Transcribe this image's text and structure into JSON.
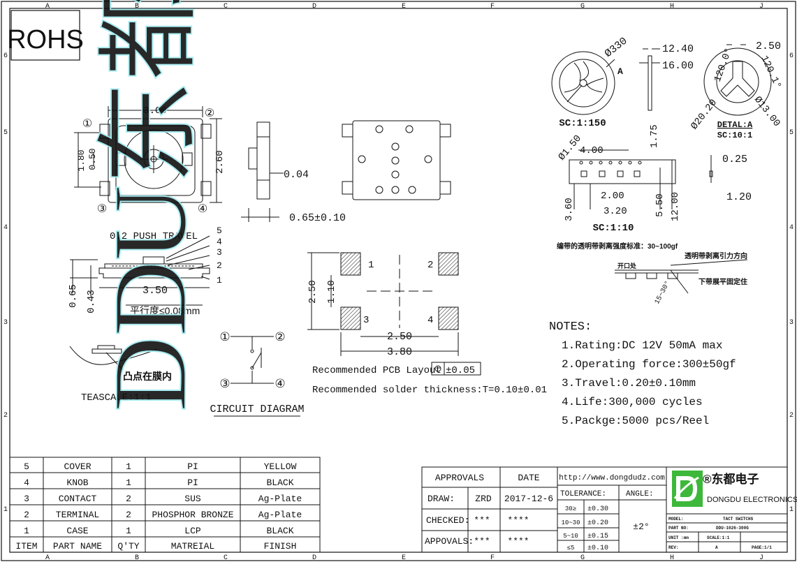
{
  "grid": {
    "cols": [
      "A",
      "B",
      "C",
      "D",
      "E",
      "F",
      "G",
      "H",
      "J"
    ],
    "rows": [
      "6",
      "5",
      "4",
      "3",
      "2",
      "1"
    ]
  },
  "rohs": "ROHS",
  "top_view": {
    "width": "3.00",
    "height": "2.60",
    "inner_h": "1.80",
    "inner_w": "0.50",
    "pins": [
      "①",
      "②",
      "③",
      "④"
    ]
  },
  "side_view": {
    "thk": "0.04",
    "height": "0.65±0.10"
  },
  "reel": {
    "dia": "Ø330",
    "w1": "12.40",
    "w2": "16.00",
    "label_a": "A",
    "scale": "SC:1:150"
  },
  "detail": {
    "a1": "120.0°",
    "a2": "120.1°",
    "d1": "Ø20.20",
    "d2": "Ø13.00",
    "w": "2.50",
    "title": "DETAL:A",
    "scale": "SC:10:1"
  },
  "tape": {
    "hole": "Ø1.50",
    "pitch": "4.00",
    "edge": "1.75",
    "thk": "0.25",
    "p2": "2.00",
    "w1": "3.60",
    "w2": "3.20",
    "w3": "5.50",
    "w4": "12.00",
    "w5": "1.20",
    "scale": "SC:1:10"
  },
  "section": {
    "push": "0.2 PUSH TRAVEL",
    "w": "3.50",
    "h1": "0.65",
    "h2": "0.43",
    "flat": "平行度≤0.08mm",
    "parts": [
      "5",
      "4",
      "3",
      "2",
      "1"
    ]
  },
  "teascale": {
    "note": "凸点在膜内",
    "scale": "TEASCALE:1:1"
  },
  "circuit": {
    "title": "CIRCUIT DIAGRAM",
    "pins": [
      "①",
      "②",
      "③",
      "④"
    ]
  },
  "pcb": {
    "pads": [
      "1",
      "2",
      "3",
      "4"
    ],
    "h1": "2.50",
    "h2": "1.10",
    "w1": "2.50",
    "w2": "3.80",
    "layout": "Recommended PCB Layout",
    "tol": "±0.05",
    "solder": "Recommended solder thickness:T=0.10±0.01"
  },
  "peel": {
    "title": "编带的透明带剥离强度标准：30~100gf",
    "dir": "透明带剥离引力方向",
    "open": "开口处",
    "angle": "15~30°",
    "fix": "下带展平固定住"
  },
  "notes": {
    "title": "NOTES:",
    "items": [
      "1.Rating:DC 12V 50mA max",
      "2.Operating force:300±50gf",
      "3.Travel:0.20±0.10mm",
      "4.Life:300,000 cycles",
      "5.Packge:5000 pcs/Reel"
    ]
  },
  "bom": {
    "header": [
      "ITEM",
      "PART NAME",
      "Q'TY",
      "MATREIAL",
      "FINISH"
    ],
    "rows": [
      [
        "5",
        "COVER",
        "1",
        "PI",
        "YELLOW"
      ],
      [
        "4",
        "KNOB",
        "1",
        "PI",
        "BLACK"
      ],
      [
        "3",
        "CONTACT",
        "2",
        "SUS",
        "Ag-Plate"
      ],
      [
        "2",
        "TERMINAL",
        "2",
        "PHOSPHOR BRONZE",
        "Ag-Plate"
      ],
      [
        "1",
        "CASE",
        "1",
        "LCP",
        "BLACK"
      ]
    ]
  },
  "title_block": {
    "approvals": "APPROVALS",
    "date": "DATE",
    "draw": "DRAW:",
    "draw_by": "ZRD",
    "draw_date": "2017-12-6",
    "checked": "CHECKED:",
    "checked_by": "***",
    "checked_date": "****",
    "appovals": "APPOVALS:",
    "app_by": "***",
    "app_date": "****",
    "url": "http://www.dongdudz.com",
    "tol": "TOLERANCE:",
    "angle": "ANGLE:",
    "angle_val": "±2°",
    "tol_rows": [
      [
        "30≥",
        "±0.30"
      ],
      [
        "10~30",
        "±0.20"
      ],
      [
        "5~10",
        "±0.15"
      ],
      [
        "≤5",
        "±0.10"
      ]
    ],
    "brand_cn": "®东都电子",
    "brand_en": "DONGDU ELECTRONICS",
    "model_k": "MODEL:",
    "model_v": "TACT SWITCHS",
    "part_k": "PART NO:",
    "part_v": "DDU-1026-300G",
    "unit_k": "UNIT :mm",
    "scale_k": "SCALE:1:1",
    "rev_k": "REV:",
    "rev_v": "A",
    "page": "PAGE:1/1"
  },
  "watermark": "DDU东都",
  "colors": {
    "line": "#111111",
    "watermark": "#9feaf0",
    "logo_green": "#3db83a"
  }
}
